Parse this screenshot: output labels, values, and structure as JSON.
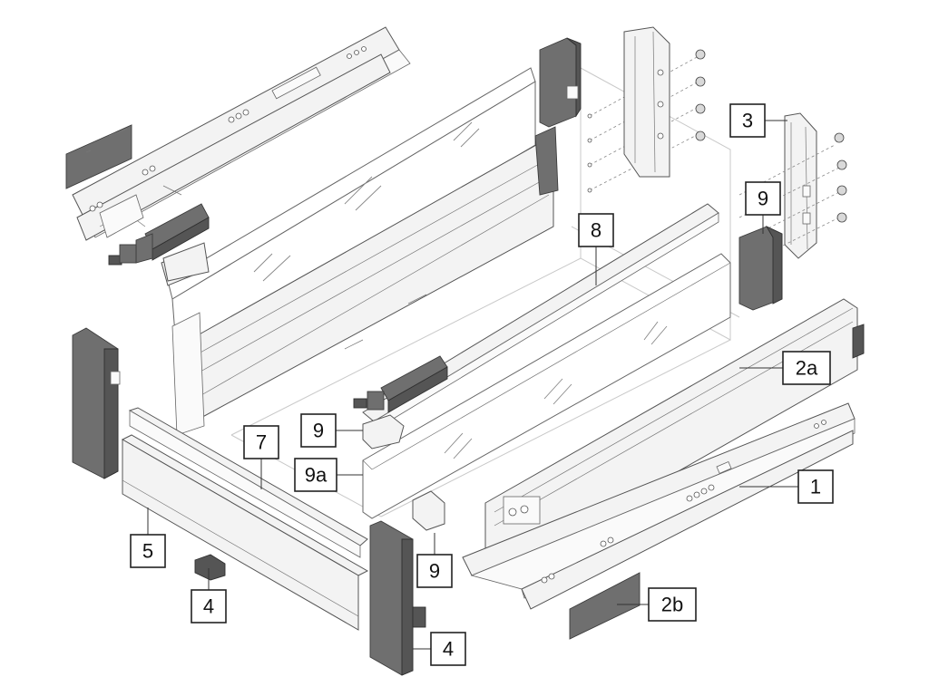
{
  "diagram": {
    "labels": [
      {
        "id": "1",
        "text": "1"
      },
      {
        "id": "2a",
        "text": "2a"
      },
      {
        "id": "2b",
        "text": "2b"
      },
      {
        "id": "3",
        "text": "3"
      },
      {
        "id": "4a",
        "text": "4"
      },
      {
        "id": "4b",
        "text": "4"
      },
      {
        "id": "5",
        "text": "5"
      },
      {
        "id": "7",
        "text": "7"
      },
      {
        "id": "8",
        "text": "8"
      },
      {
        "id": "9a",
        "text": "9"
      },
      {
        "id": "9b",
        "text": "9"
      },
      {
        "id": "9c",
        "text": "9"
      },
      {
        "id": "9a-label",
        "text": "9a"
      }
    ],
    "colors": {
      "outline": "#555555",
      "metal": "#f3f3f3",
      "cover": "#6f6f6f",
      "label_border": "#222222"
    }
  }
}
